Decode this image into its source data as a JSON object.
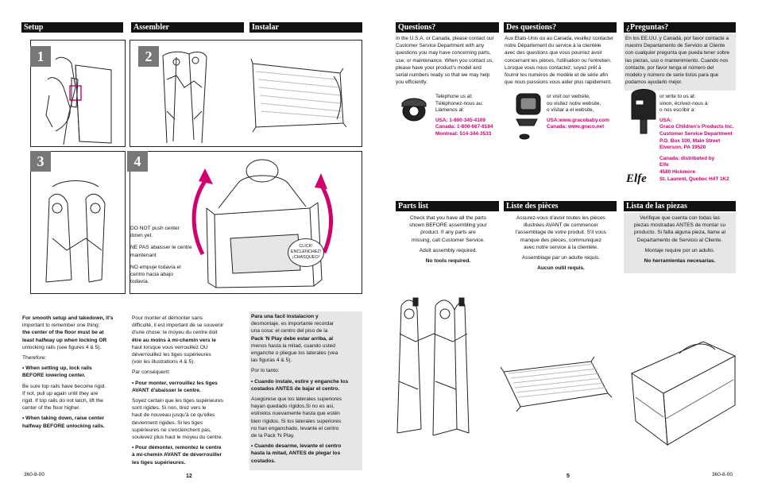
{
  "headers": {
    "setup": "Setup",
    "assembler": "Assembler",
    "instalar": "Instalar",
    "questions_en": "Questions?",
    "questions_fr": "Des questions?",
    "questions_es": "¿Preguntas?",
    "parts_en": "Parts list",
    "parts_fr": "Liste des pièces",
    "parts_es": "Lista de las piezas"
  },
  "steps": [
    "1",
    "2",
    "3",
    "4"
  ],
  "warning": {
    "en": "DO NOT push center down yet.",
    "fr": "NE PAS abaisser le centre maintenant",
    "es": "NO empuje todavía el centro hacia abajo todavía."
  },
  "click_label": [
    "CLICK!",
    "ENCLENCHEZ!",
    "¡CHASQUEO!"
  ],
  "instructions_en": {
    "p1": [
      "For smooth setup and takedown, it's",
      "important to remember one thing:",
      "the center of the floor must be at",
      "least halfway up when locking OR",
      "unlocking rails (see figures 4 & 5)."
    ],
    "therefore": "Therefore:",
    "b1": [
      "• When setting up, lock rails",
      "BEFORE lowering center."
    ],
    "p2": [
      "Be sure top rails have become rigid.",
      "If not, pull up again until they are",
      "rigid. If top rails do not latch, lift the",
      "center of the floor higher."
    ],
    "b2": [
      "• When taking down, raise center",
      "halfway BEFORE unlocking rails."
    ]
  },
  "instructions_fr": {
    "p1": [
      "Pour monter et démonter sans",
      "difficulté, il est important de se souvenir",
      "d'une chose: le moyeu du centre doit",
      "être au moins à mi-chemin vers le",
      "haut lorsque vous verrouillez OU",
      "déverrouillez les tiges supérieures",
      "(voir les illustrations 4 & 5)."
    ],
    "therefore": "Par conséquent:",
    "b1": [
      "• Pour monter, verrouillez les tiges",
      "AVANT d'abaisser le centre."
    ],
    "p2": [
      "Soyez certain que les tiges supérieures",
      "sont rigides. Si non, tirez vers le",
      "haut de nouveau jusqu'à ce qu'elles",
      "deviennent rigides. Si les tiges",
      "supérieures ne s'enclenchent pas,",
      "soulevez plus haut le moyeu du centre."
    ],
    "b2": [
      "• Pour démonter, remontez le centre",
      "à mi-chemin AVANT de déverrouiller",
      "les tiges supérieures."
    ]
  },
  "instructions_es": {
    "p1": [
      "Para una facil instalacion y",
      "desmontaje, es importante recordar",
      "una cosa: el centro del piso de la",
      "Pack 'N Play debe estar arriba, al",
      "menos hasta la mitad, cuando usted",
      "enganche o pliegue los laterales (vea",
      "las figuras 4 & 5)."
    ],
    "therefore": "Por lo tanto:",
    "b1": [
      "• Cuando instale, estire y enganche los",
      "costados ANTES de bajar el centro."
    ],
    "p2": [
      "Asegúrese que los laterales superiores",
      "hayan quedado rígidos.Si no es asi,",
      "estírelos nuevamente hasta que estén",
      "bien rígidos. Si los laterales superiores",
      "no han enganchado, levante el centro",
      "de la Pack 'N Play."
    ],
    "b2": [
      "• Cuando desarme, levante el centro",
      "hasta la mitad, ANTES de plegar los",
      "costados."
    ]
  },
  "questions_en": [
    "In the U.S.A. or Canada, please contact our",
    "Customer Service Department with any",
    "questions you may have concerning parts,",
    "use, or maintenance. When you contact us,",
    "please have your product's model and",
    "serial numbers ready so that we may help",
    "you efficiently."
  ],
  "questions_fr": [
    "Aux Etats-Unis ou au Canada, veuillez contacter",
    "notre Département du service à la clientèle",
    "avec des questions que vous pourriez avoir",
    "concernant les pièces, l'utilisation ou l'entretien.",
    "Lorsque vous nous contactez, soyez prêt à",
    "fournir les numéros de modèle et de série afin",
    "que nous puissions vous aider plus rapidement."
  ],
  "questions_es": [
    "En los EE.UU. y Canadá, por favor contacte a",
    "nuestro Departamento de Servicio al Cliente",
    "con cualquier pregunta que pueda tener sobre",
    "las piezas, uso o mantenimiento. Cuando nos",
    "contacte, por favor tenga el número del",
    "modelo y número de serie listos para que",
    "podamos ayudarlo mejor."
  ],
  "contact_phone": {
    "intro": [
      "Telephone us at:",
      "Téléphonez-nous au:",
      "Llámenos al:"
    ],
    "numbers": [
      "USA: 1-800-345-4109",
      "Canada: 1-800-667-8184",
      "Montreal: 514-344-3533"
    ]
  },
  "contact_web": {
    "intro": [
      "or visit our website,",
      "ou visitez notre website,",
      "o visitar a el website,"
    ],
    "urls": [
      "USA:www.gracobaby.com",
      "Canada: www.graco.net"
    ]
  },
  "contact_mail": {
    "intro": [
      "or write to us at:",
      "sinon, écrivez-nous à:",
      "o nos escribir a:"
    ],
    "usa": [
      "USA:",
      "Graco Children's Products Inc.",
      "Customer Service Department",
      "P.O. Box 100, Main Street",
      "Elverson, PA 19520"
    ],
    "canada": [
      "Canada: distributed by",
      "Elfe",
      "4580 Hickmore",
      "St. Laurent, Quebec H4T 1K2"
    ],
    "logo": "Elfe"
  },
  "parts_en": {
    "lines": [
      "Check that you have all the parts",
      "shown BEFORE assembling your",
      "product. If any parts are",
      "missing, call Customer Service."
    ],
    "adult": "Adult assembly required.",
    "tools": "No tools required."
  },
  "parts_fr": {
    "lines": [
      "Assurez-vous d'avoir toutes les pièces",
      "illustrées AVANT de commencer",
      "l'assemblage de votre produit. S'il vous",
      "manque des pièces, communiquez",
      "avec notre service à la clientèle."
    ],
    "adult": "Assemblage par un adulte requis.",
    "tools": "Aucun outil requis."
  },
  "parts_es": {
    "lines": [
      "Verifique que cuenta con todas las",
      "piezas mostradas ANTES de montar su",
      "producto. Si falta alguna pieza, llame al",
      "Departamento de Servicio al Cliente."
    ],
    "adult": "Montaje require por un adulto.",
    "tools": "No herramientas necesarias."
  },
  "footer": {
    "code_left": "360-8-00",
    "page_left": "12",
    "page_right": "5",
    "code_right": "360-8-00"
  },
  "icons": [
    "telephone-icon",
    "computer-icon",
    "mailbox-icon",
    "elfe-logo"
  ],
  "colors": {
    "accent": "#d0006f",
    "header": "#111111",
    "step": "#777777",
    "shade": "#e6e6e6"
  }
}
